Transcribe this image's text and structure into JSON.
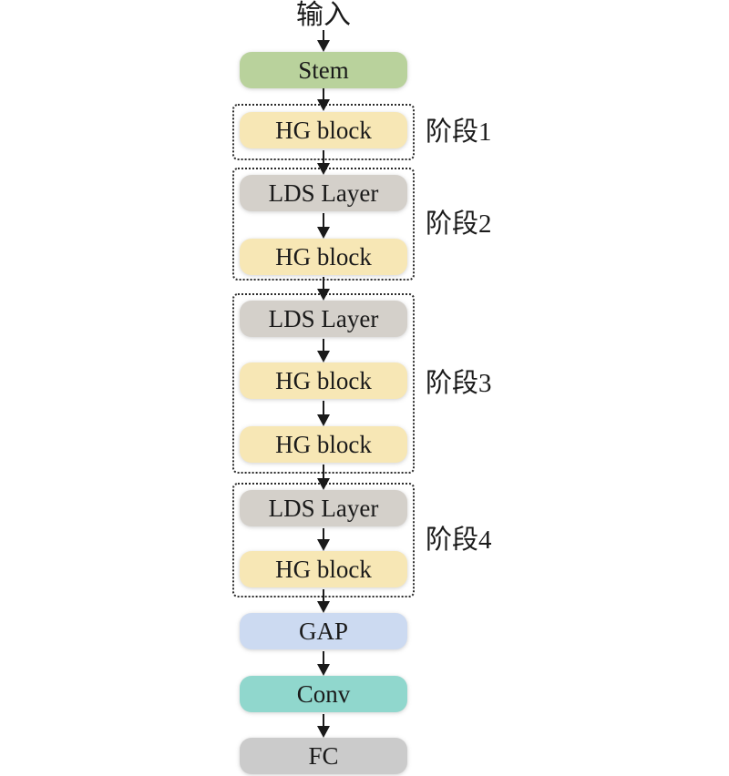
{
  "diagram": {
    "input_label": "输入",
    "stem_label": "Stem",
    "stages": [
      {
        "label": "阶段1",
        "blocks": {
          "0": "HG block"
        }
      },
      {
        "label": "阶段2",
        "blocks": {
          "0": "LDS Layer",
          "1": "HG block"
        }
      },
      {
        "label": "阶段3",
        "blocks": {
          "0": "LDS Layer",
          "1": "HG block",
          "2": "HG block"
        }
      },
      {
        "label": "阶段4",
        "blocks": {
          "0": "LDS Layer",
          "1": "HG block"
        }
      }
    ],
    "gap_label": "GAP",
    "conv_label": "Conv",
    "fc_label": "FC",
    "colors": {
      "stem": "#b9d29c",
      "hg_block": "#f7e7b5",
      "lds_layer": "#d4d0ca",
      "gap": "#ccdaf1",
      "conv": "#90d7cd",
      "fc": "#cbcbcb"
    }
  }
}
